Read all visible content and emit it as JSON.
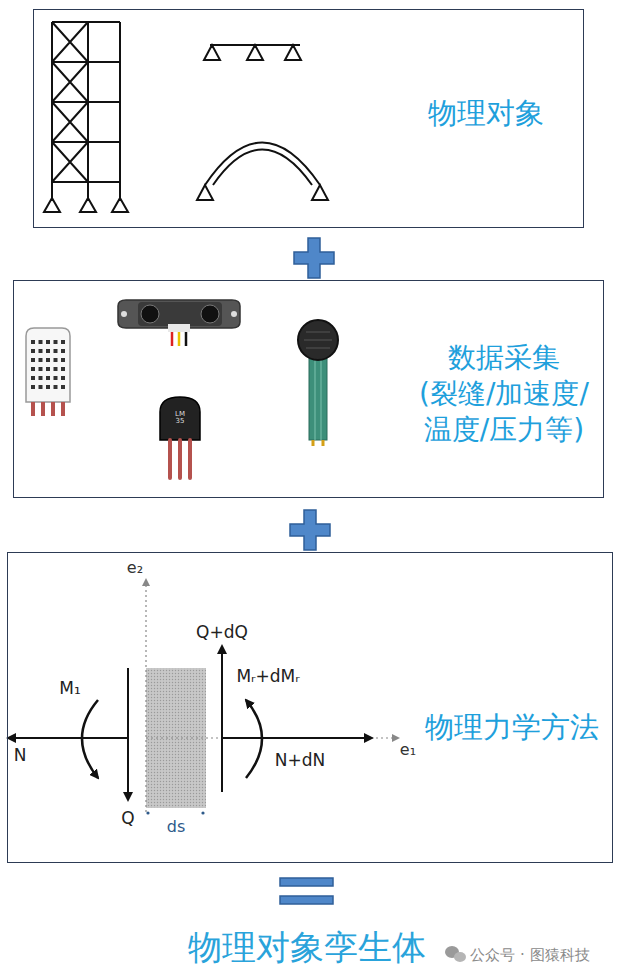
{
  "diagram": {
    "caption": "物理对象孪生体",
    "nodes": [
      {
        "text": [
          "物理对象"
        ]
      },
      {
        "text": [
          "数据采集 (裂缝/加速度/ 温度/压力等)"
        ]
      },
      {
        "text": [
          "物理力学方法"
        ]
      }
    ],
    "labels": [
      "LM 35",
      "e₂",
      "Q+dQ",
      "M₁",
      "Mᵣ+dMᵣ",
      "N",
      "N+dN",
      "e₁",
      "Q",
      "ds",
      "公众号 · 图猿科技"
    ]
  }
}
